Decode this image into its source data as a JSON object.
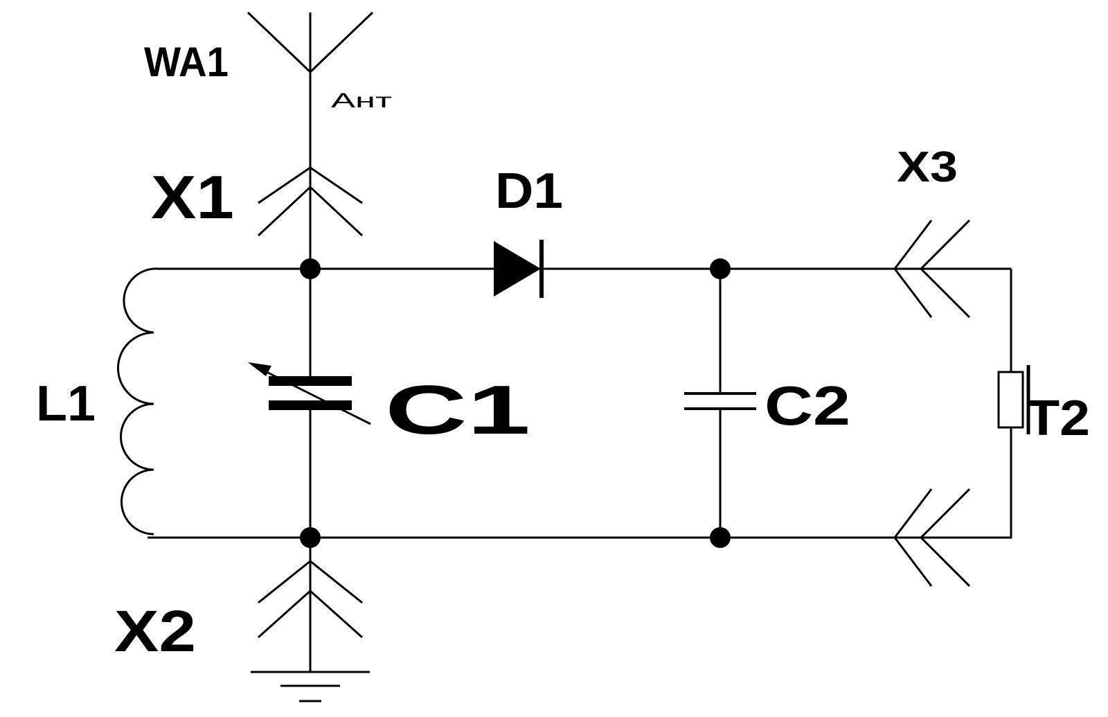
{
  "labels": {
    "wa1": "WA1",
    "ant": "Ант",
    "x1": "X1",
    "x2": "X2",
    "x3": "X3",
    "d1": "D1",
    "l1": "L1",
    "c1": "C1",
    "c2": "C2",
    "t2": "T2"
  },
  "components": [
    {
      "ref": "WA1",
      "symbol": "antenna-icon"
    },
    {
      "ref": "X1",
      "symbol": "connector-icon"
    },
    {
      "ref": "X2",
      "symbol": "connector-icon"
    },
    {
      "ref": "X3",
      "symbol": "connector-icon"
    },
    {
      "ref": "D1",
      "symbol": "diode-icon"
    },
    {
      "ref": "L1",
      "symbol": "inductor-icon"
    },
    {
      "ref": "C1",
      "symbol": "variable-capacitor-icon"
    },
    {
      "ref": "C2",
      "symbol": "capacitor-icon"
    },
    {
      "ref": "T2",
      "symbol": "earphone-icon"
    },
    {
      "ref": "",
      "symbol": "ground-icon"
    }
  ]
}
